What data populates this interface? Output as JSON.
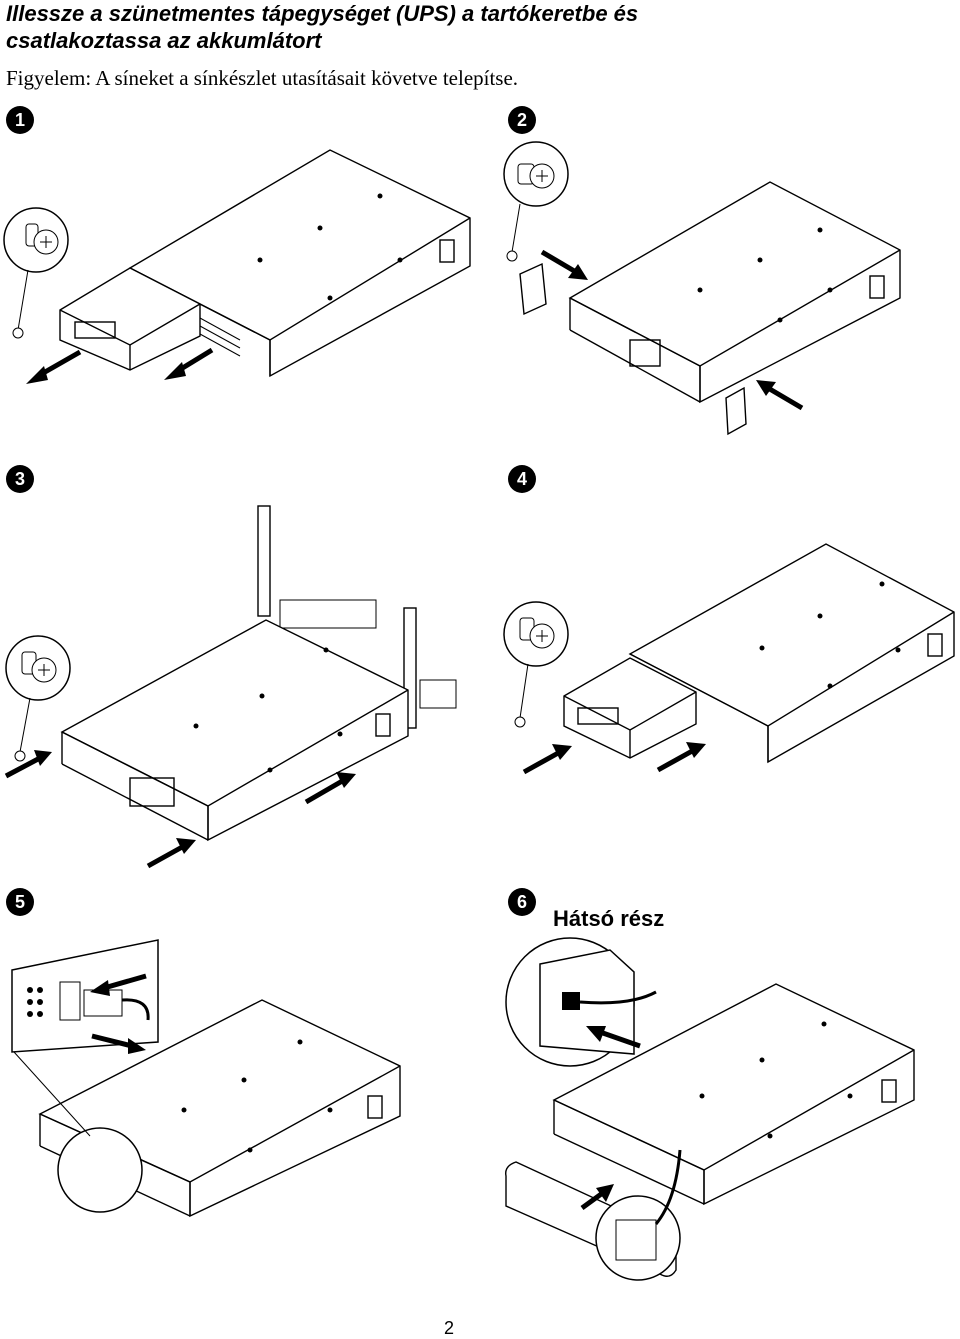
{
  "header": {
    "title_line1": "Illessze a szünetmentes tápegységet (UPS) a tartókeretbe és",
    "title_line2": "csatlakoztassa az akkumlátort",
    "note": "Figyelem: A síneket a sínkészlet utasításait követve telepítse."
  },
  "steps": [
    {
      "number": "1",
      "icon": "screw-icon"
    },
    {
      "number": "2",
      "icon": "screw-icon"
    },
    {
      "number": "3",
      "icon": "screw-icon"
    },
    {
      "number": "4",
      "icon": "screw-icon"
    },
    {
      "number": "5",
      "icon": "battery-connector-icon"
    },
    {
      "number": "6",
      "label": "Hátsó rész",
      "icon": "rear-panel-icon"
    }
  ],
  "footer": {
    "page_number": "2"
  }
}
